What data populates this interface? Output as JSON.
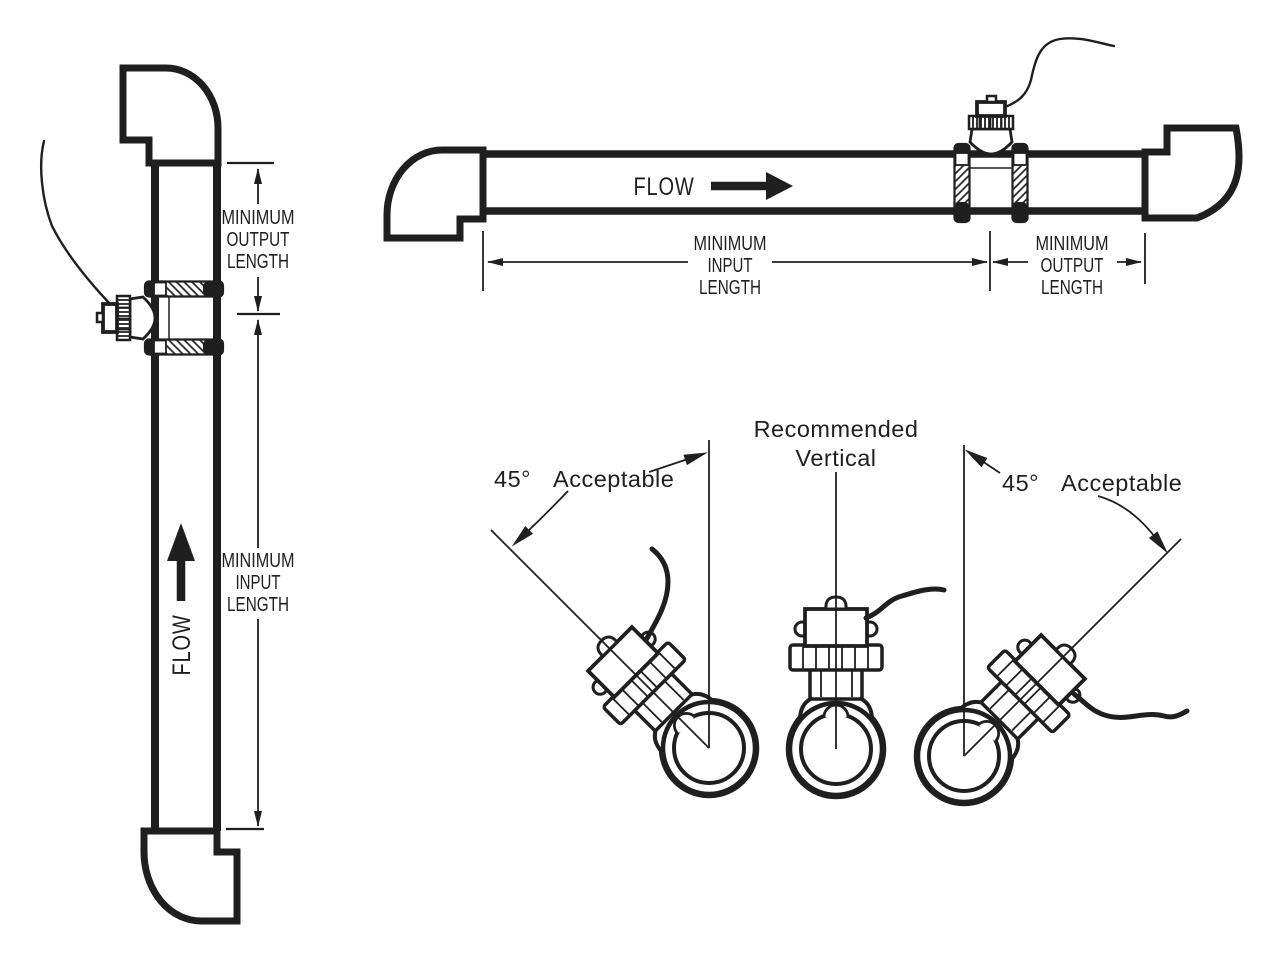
{
  "colors": {
    "ink": "#1f1f1f",
    "background": "#ffffff"
  },
  "icons": {
    "flow_arrow_up": "filled triangle arrow pointing up",
    "flow_arrow_right": "filled triangle arrow pointing right",
    "dimension_arrow": "slim filled dimension arrowhead",
    "leader_arrow": "slim filled leader arrowhead"
  },
  "vertical_pipe_diagram": {
    "flow_label": "FLOW",
    "output_dimension": [
      "MINIMUM",
      "OUTPUT",
      "LENGTH"
    ],
    "input_dimension": [
      "MINIMUM",
      "INPUT",
      "LENGTH"
    ]
  },
  "horizontal_pipe_diagram": {
    "flow_label": "FLOW",
    "input_dimension": [
      "MINIMUM",
      "INPUT",
      "LENGTH"
    ],
    "output_dimension": [
      "MINIMUM",
      "OUTPUT",
      "LENGTH"
    ]
  },
  "orientation_diagram": {
    "left_angle": {
      "degrees": "45°",
      "label": "Acceptable"
    },
    "recommended": {
      "line1": "Recommended",
      "line2": "Vertical"
    },
    "right_angle": {
      "degrees": "45°",
      "label": "Acceptable"
    }
  }
}
